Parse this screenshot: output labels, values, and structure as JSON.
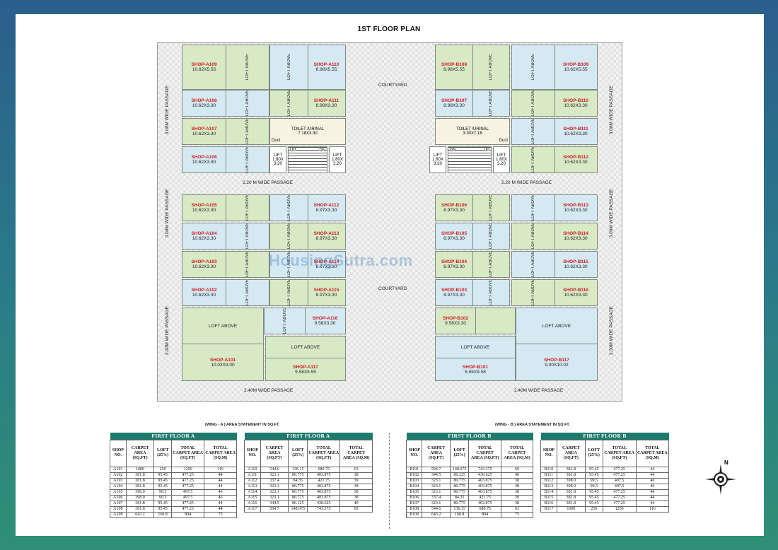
{
  "title": "1ST FLOOR PLAN",
  "watermark": "HousingSutra.com",
  "compass_label": "N",
  "labels": {
    "courtyard": "COURTYARD",
    "passage_3m": "3.00M WIDE PASSAGE",
    "passage_220": "2.20 M WIDE PASSAGE",
    "passage_240": "2.40M WIDE PASSAGE",
    "loft_above": "LOFT ABOVE",
    "toilet": "TOILET /URINAL",
    "toilet_a_dim": "7.18X3.30",
    "toilet_b_dim": "3.30X7.18",
    "duct": "Duct",
    "lift": "LIFT",
    "lift_dim1": "1.80X",
    "lift_dim2": "3.20",
    "up": "UP",
    "dn": "DN"
  },
  "wing_a_shops": {
    "a109": {
      "name": "SHOP-A109",
      "dim": "10.62X5.55"
    },
    "a110": {
      "name": "SHOP-A110",
      "dim": "8.98X5.55"
    },
    "a108": {
      "name": "SHOP-A108",
      "dim": "10.62X3.30"
    },
    "a111": {
      "name": "SHOP-A111",
      "dim": "8.98X3.30"
    },
    "a107": {
      "name": "SHOP-A107",
      "dim": "10.62X3.30"
    },
    "a106": {
      "name": "SHOP-A106",
      "dim": "10.62X3.30"
    },
    "a105": {
      "name": "SHOP-A105",
      "dim": "10.62X3.30"
    },
    "a112": {
      "name": "SHOP-A112",
      "dim": "8.97X3.30"
    },
    "a104": {
      "name": "SHOP-A104",
      "dim": "10.62X3.30"
    },
    "a113": {
      "name": "SHOP-A113",
      "dim": "8.97X3.30"
    },
    "a103": {
      "name": "SHOP-A103",
      "dim": "10.62X3.30"
    },
    "a114": {
      "name": "SHOP-A114",
      "dim": "8.97X3.30"
    },
    "a102": {
      "name": "SHOP-A102",
      "dim": "10.62X3.30"
    },
    "a115": {
      "name": "SHOP-A115",
      "dim": "8.97X3.30"
    },
    "a116": {
      "name": "SHOP-A116",
      "dim": "9.58X3.30"
    },
    "a101": {
      "name": "SHOP-A101",
      "dim": "10.02X9.00"
    },
    "a117": {
      "name": "SHOP-A117",
      "dim": "9.58X5.55"
    }
  },
  "wing_b_shops": {
    "b108": {
      "name": "SHOP-B108",
      "dim": "8.98X5.55"
    },
    "b109": {
      "name": "SHOP-B109",
      "dim": "10.62X5.55"
    },
    "b107": {
      "name": "SHOP-B107",
      "dim": "8.98X3.30"
    },
    "b110": {
      "name": "SHOP-B110",
      "dim": "10.62X3.30"
    },
    "b111": {
      "name": "SHOP-B111",
      "dim": "10.62X3.30"
    },
    "b112": {
      "name": "SHOP-B112",
      "dim": "10.62X3.30"
    },
    "b106": {
      "name": "SHOP-B106",
      "dim": "8.97X3.30"
    },
    "b113": {
      "name": "SHOP-B113",
      "dim": "10.62X3.30"
    },
    "b105": {
      "name": "SHOP-B105",
      "dim": "8.97X3.30"
    },
    "b114": {
      "name": "SHOP-B114",
      "dim": "10.62X3.30"
    },
    "b104": {
      "name": "SHOP-B104",
      "dim": "8.97X3.30"
    },
    "b115": {
      "name": "SHOP-B115",
      "dim": "10.62X3.30"
    },
    "b103": {
      "name": "SHOP-B103",
      "dim": "8.97X3.30"
    },
    "b116": {
      "name": "SHOP-B116",
      "dim": "10.62X3.30"
    },
    "b102": {
      "name": "SHOP-B102",
      "dim": "9.58X3.30"
    },
    "b101": {
      "name": "SHOP-B101",
      "dim": "5.55X9.58"
    },
    "b117": {
      "name": "SHOP-B117",
      "dim": "9.00X10.02"
    }
  },
  "statement_a": "(WING - A ) AREA STATEMENT IN SQ.FT.",
  "statement_b": "(WING - B ) AREA STATEMENT IN SQ.FT.",
  "table_headers": [
    "SHOP NO.",
    "CARPET AREA (SQ.FT)",
    "LOFT (25%)",
    "TOTAL CARPET AREA (SQ.FT)",
    "TOTAL CARPET AREA (SQ.M)"
  ],
  "tables": [
    {
      "caption": "FIRST FLOOR A",
      "rows": [
        [
          "A101",
          "1000",
          "250",
          "1250",
          "116"
        ],
        [
          "A102",
          "381.8",
          "95.45",
          "477.25",
          "44"
        ],
        [
          "A103",
          "381.8",
          "95.45",
          "477.25",
          "44"
        ],
        [
          "A104",
          "381.8",
          "95.45",
          "477.25",
          "44"
        ],
        [
          "A105",
          "398.0",
          "99.5",
          "497.5",
          "46"
        ],
        [
          "A106",
          "398.0",
          "99.5",
          "497.5",
          "46"
        ],
        [
          "A107",
          "381.8",
          "95.45",
          "477.25",
          "44"
        ],
        [
          "A108",
          "381.8",
          "95.45",
          "477.25",
          "44"
        ],
        [
          "A109",
          "643.2",
          "160.8",
          "804",
          "75"
        ]
      ]
    },
    {
      "caption": "FIRST FLOOR A",
      "rows": [
        [
          "A110",
          "544.6",
          "136.15",
          "680.75",
          "63"
        ],
        [
          "A111",
          "323.1",
          "80.775",
          "403.875",
          "38"
        ],
        [
          "A112",
          "337.4",
          "84.35",
          "421.75",
          "39"
        ],
        [
          "A113",
          "323.1",
          "80.775",
          "403.875",
          "38"
        ],
        [
          "A114",
          "323.1",
          "80.775",
          "403.875",
          "38"
        ],
        [
          "A115",
          "323.1",
          "80.775",
          "403.875",
          "38"
        ],
        [
          "A116",
          "344.5",
          "86.125",
          "430.625",
          "40"
        ],
        [
          "A117",
          "594.7",
          "148.675",
          "743.375",
          "69"
        ]
      ]
    },
    {
      "caption": "FIRST FLOOR B",
      "rows": [
        [
          "B101",
          "594.7",
          "148.675",
          "743.375",
          "69"
        ],
        [
          "B102",
          "344.5",
          "86.125",
          "430.625",
          "40"
        ],
        [
          "B103",
          "323.1",
          "80.775",
          "403.875",
          "38"
        ],
        [
          "B104",
          "323.1",
          "80.775",
          "403.875",
          "38"
        ],
        [
          "B105",
          "323.1",
          "80.775",
          "403.875",
          "38"
        ],
        [
          "B106",
          "337.4",
          "84.35",
          "421.75",
          "39"
        ],
        [
          "B107",
          "323.1",
          "80.775",
          "403.875",
          "38"
        ],
        [
          "B108",
          "544.6",
          "136.15",
          "680.75",
          "63"
        ],
        [
          "B109",
          "643.2",
          "160.8",
          "804",
          "75"
        ]
      ]
    },
    {
      "caption": "FIRST FLOOR B",
      "rows": [
        [
          "B110",
          "381.8",
          "95.45",
          "477.25",
          "44"
        ],
        [
          "B111",
          "381.8",
          "95.45",
          "477.25",
          "44"
        ],
        [
          "B112",
          "398.0",
          "99.5",
          "497.5",
          "46"
        ],
        [
          "B113",
          "398.0",
          "99.5",
          "497.5",
          "46"
        ],
        [
          "B114",
          "381.8",
          "95.45",
          "477.25",
          "44"
        ],
        [
          "B115",
          "381.8",
          "95.45",
          "477.25",
          "44"
        ],
        [
          "B116",
          "381.8",
          "95.45",
          "477.25",
          "44"
        ],
        [
          "B117",
          "1000",
          "250",
          "1250",
          "116"
        ]
      ]
    }
  ]
}
